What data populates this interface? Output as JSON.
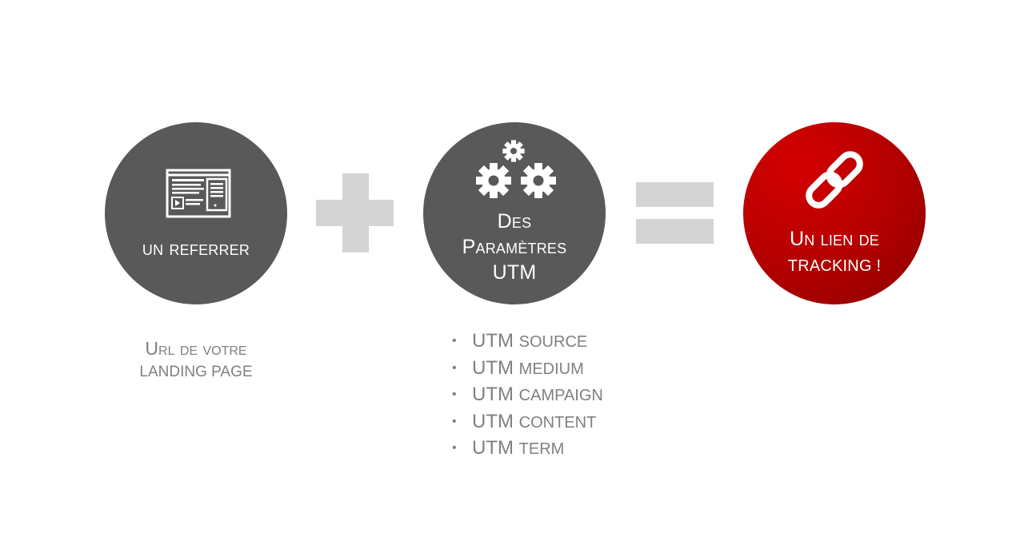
{
  "referrer": {
    "label": "Un referrer",
    "caption_line1": "Url de votre",
    "caption_line2": "landing page",
    "icon": "browser-window-icon"
  },
  "plus_operator": "plus",
  "utm": {
    "label_line1": "Des",
    "label_line2": "paramètres",
    "label_line3": "UTM",
    "icon": "gears-icon",
    "params": [
      {
        "prefix": "UTM",
        "name": "source"
      },
      {
        "prefix": "UTM",
        "name": "medium"
      },
      {
        "prefix": "UTM",
        "name": "campaign"
      },
      {
        "prefix": "UTM",
        "name": "content"
      },
      {
        "prefix": "UTM",
        "name": "term"
      }
    ]
  },
  "equals_operator": "equals",
  "result": {
    "label_line1": "Un lien de",
    "label_line2": "tracking !",
    "icon": "chain-link-icon"
  },
  "colors": {
    "circle_gray": "#595959",
    "circle_red": "#b20000",
    "operator_gray": "#d4d4d4",
    "caption_gray": "#808080"
  }
}
